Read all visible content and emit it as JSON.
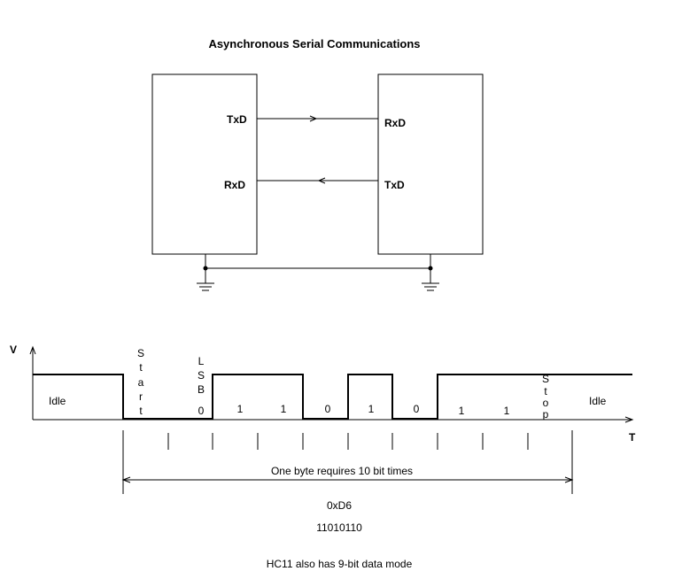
{
  "title": "Asynchronous Serial Communications",
  "left_device": {
    "txd": "TxD",
    "rxd": "RxD"
  },
  "right_device": {
    "rxd": "RxD",
    "txd": "TxD"
  },
  "axes": {
    "v": "V",
    "t": "T"
  },
  "idle_left": "Idle",
  "idle_right": "Idle",
  "start_letters": [
    "S",
    "t",
    "a",
    "r",
    "t"
  ],
  "lsb_letters": [
    "L",
    "S",
    "B"
  ],
  "stop_letters": [
    "S",
    "t",
    "o",
    "p"
  ],
  "bits": [
    "0",
    "1",
    "1",
    "0",
    "1",
    "0",
    "1",
    "1"
  ],
  "byte_span": "One byte requires 10 bit times",
  "hex_value": "0xD6",
  "binary_value": "11010110",
  "footnote": "HC11 also has 9-bit data mode"
}
